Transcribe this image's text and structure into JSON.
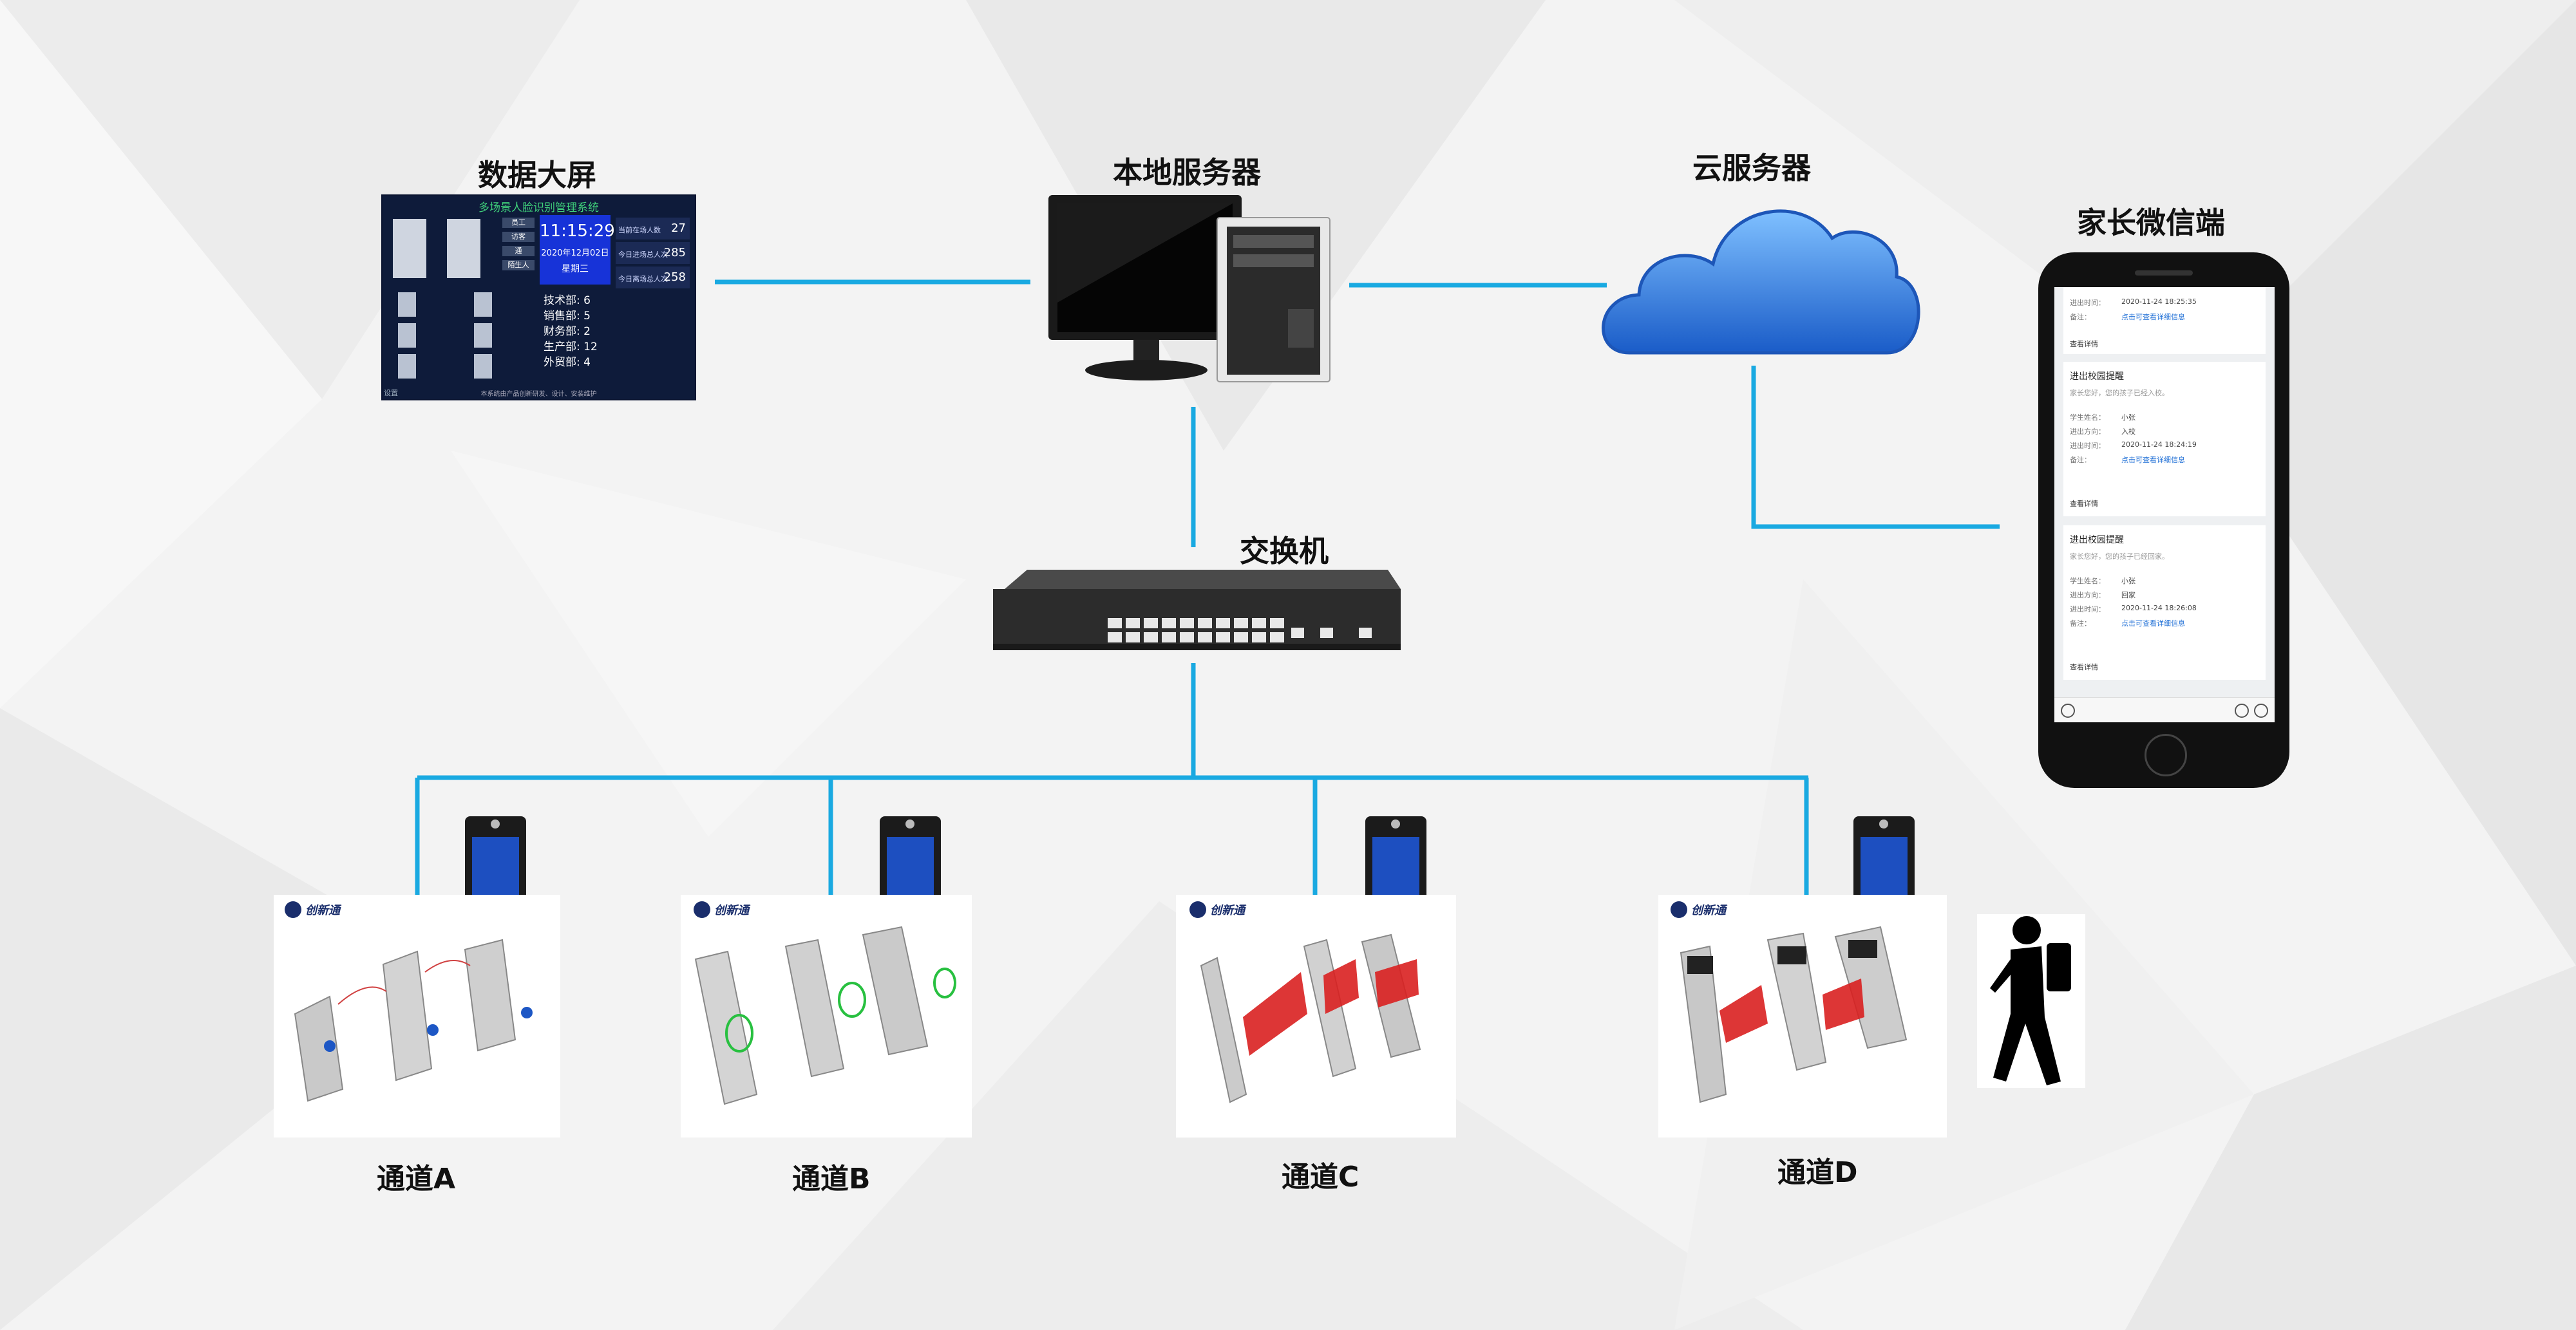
{
  "nodes": {
    "big_screen": "数据大屏",
    "local_server": "本地服务器",
    "cloud_server": "云服务器",
    "parent_wechat": "家长微信端",
    "switch": "交换机"
  },
  "gates": [
    "通道A",
    "通道B",
    "通道C",
    "通道D"
  ],
  "brand_logo": "创新通",
  "screen": {
    "title": "多场景人脸识别管理系统",
    "time": "11:15:29",
    "date": "2020年12月02日",
    "weekday": "星期三",
    "tags": [
      "员工",
      "访客",
      "通",
      "陌生人"
    ],
    "stats": [
      {
        "label": "当前在场人数",
        "value": "27"
      },
      {
        "label": "今日进场总人次",
        "value": "285"
      },
      {
        "label": "今日离场总人次",
        "value": "258"
      }
    ],
    "departments": [
      {
        "name": "技术部",
        "count": "6"
      },
      {
        "name": "销售部",
        "count": "5"
      },
      {
        "name": "财务部",
        "count": "2"
      },
      {
        "name": "生产部",
        "count": "12"
      },
      {
        "name": "外贸部",
        "count": "4"
      }
    ],
    "footer": "本系统由产品创新研发、设计、安装维护",
    "corner": "设置"
  },
  "phone": {
    "top_card": {
      "field1_key": "进出时间：",
      "field1_val": "2020-11-24 18:25:35",
      "field2_key": "备注：",
      "field2_val": "点击可查看详细信息",
      "more": "查看详情"
    },
    "notices": [
      {
        "title": "进出校园提醒",
        "subtitle": "家长您好，您的孩子已经入校。",
        "student_key": "学生姓名：",
        "student": "小张",
        "dir_key": "进出方向：",
        "direction": "入校",
        "time_key": "进出时间：",
        "time": "2020-11-24 18:24:19",
        "note_key": "备注：",
        "note": "点击可查看详细信息",
        "more": "查看详情"
      },
      {
        "title": "进出校园提醒",
        "subtitle": "家长您好，您的孩子已经回家。",
        "student_key": "学生姓名：",
        "student": "小张",
        "dir_key": "进出方向：",
        "direction": "回家",
        "time_key": "进出时间：",
        "time": "2020-11-24 18:26:08",
        "note_key": "备注：",
        "note": "点击可查看详细信息",
        "more": "查看详情"
      }
    ]
  },
  "colors": {
    "link_line": "#19a9e1",
    "cloud_fill": "#2f7fe0",
    "clock_bg": "#1733d8"
  }
}
